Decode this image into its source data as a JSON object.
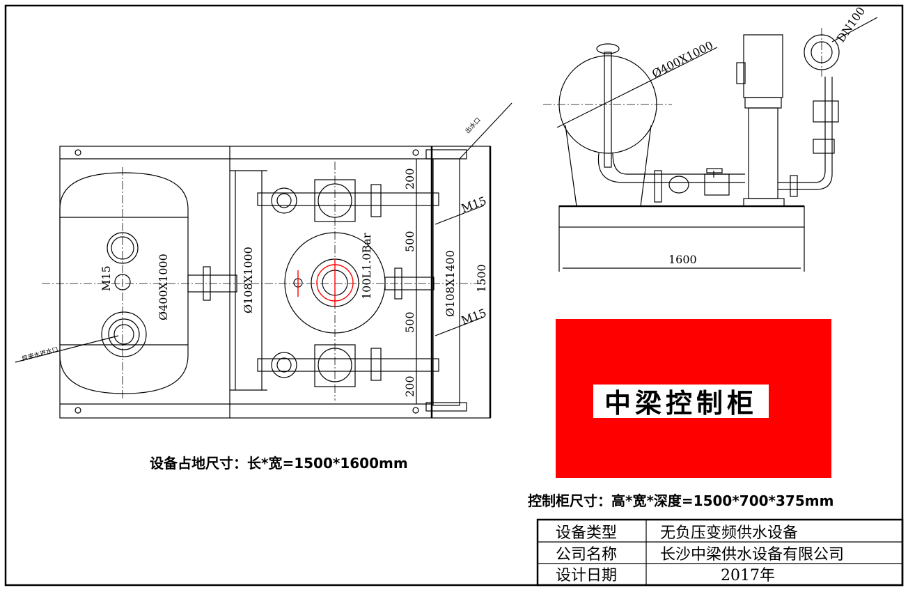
{
  "plan_view": {
    "tank_label": "Ø400X1000",
    "m15_left": "M15",
    "inlet_label": "自来水进水口",
    "outlet_label": "出水口",
    "manifold_left": "Ø108X1000",
    "manifold_right": "Ø108X1400",
    "vessel_label": "100L1.0Bar",
    "dim_200_top": "200",
    "dim_500_top": "500",
    "dim_500_bottom": "500",
    "dim_200_bottom": "200",
    "dim_1500": "1500",
    "m15_top": "M15",
    "m15_bottom": "M15",
    "footprint_caption": "设备占地尺寸：长*宽=1500*1600mm"
  },
  "side_view": {
    "tank_label": "Ø400X1000",
    "flange_label": "DN100",
    "dim_1600": "1600"
  },
  "control_cabinet": {
    "name": "中梁控制柜",
    "color": "#ff0000",
    "caption": "控制柜尺寸：高*宽*深度=1500*700*375mm"
  },
  "title_block": {
    "rows": [
      {
        "key": "设备类型",
        "value": "无负压变频供水设备"
      },
      {
        "key": "公司名称",
        "value": "长沙中梁供水设备有限公司"
      },
      {
        "key": "设计日期",
        "value": "2017年"
      }
    ]
  }
}
